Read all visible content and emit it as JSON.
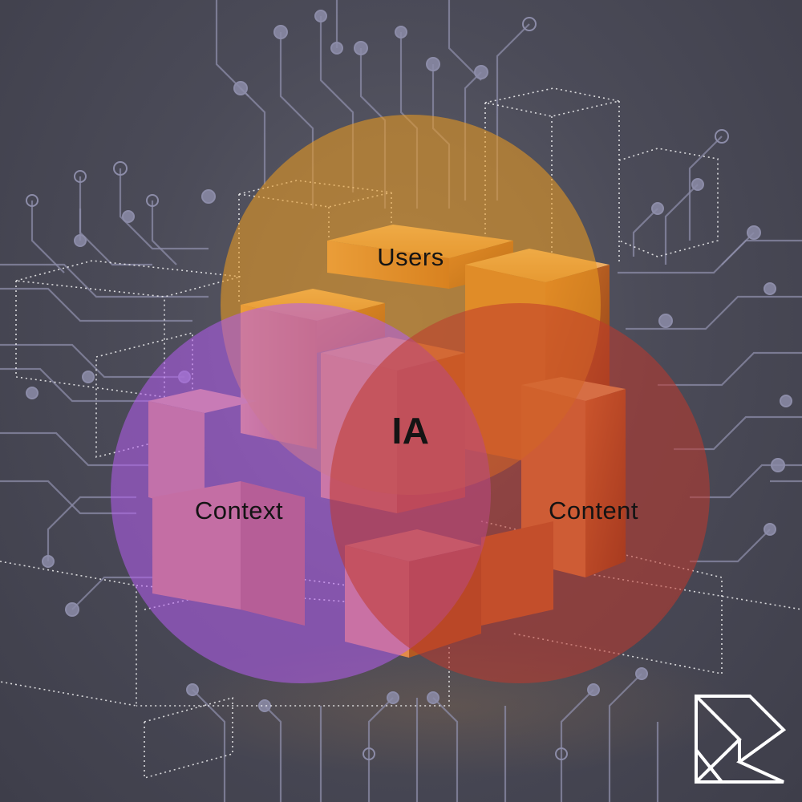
{
  "diagram": {
    "type": "venn",
    "center_label": "IA",
    "sets": [
      {
        "label": "Users",
        "color": "#e89a20"
      },
      {
        "label": "Context",
        "color": "#b45cf0"
      },
      {
        "label": "Content",
        "color": "#c0392b"
      }
    ]
  },
  "background": {
    "base_color": "#4b4b58",
    "circuit_color": "#8c8ca8",
    "cube_colors": [
      "#f2b060",
      "#c86a20",
      "#e08a40",
      "#d97c35"
    ]
  },
  "logo": {
    "icon": "r-logo-icon",
    "color": "#ffffff"
  }
}
